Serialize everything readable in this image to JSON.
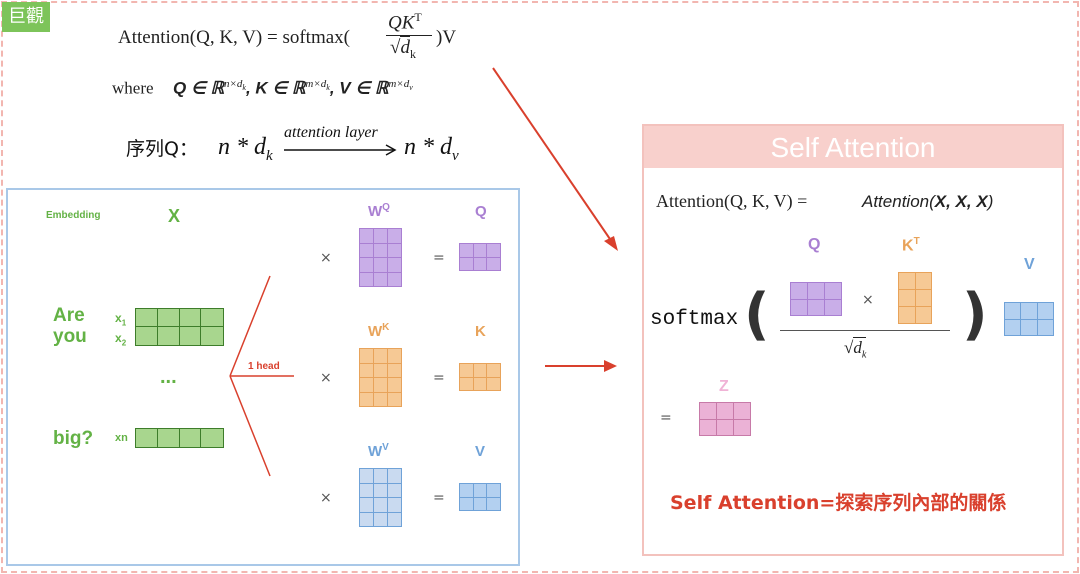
{
  "badge": "巨觀",
  "formula": {
    "attention_lhs": "Attention(Q, K, V) = softmax(",
    "numerator": "QK",
    "numerator_sup": "T",
    "sqrt_sym": "√",
    "denominator": "d",
    "denominator_sub": "k",
    "rhs_tail": ")V",
    "where_word": "where",
    "where_rest": "Q ∈ ℝ",
    "q_dims": "n×d",
    "q_dims_sub": "k",
    "k_text": ", K ∈ ℝ",
    "k_dims": "m×d",
    "k_dims_sub": "k",
    "v_text": ", V ∈ ℝ",
    "v_dims": "m×d",
    "v_dims_sub": "v",
    "seq_label": "序列Q：",
    "seq_lhs": "n * d",
    "seq_lhs_sub": "k",
    "seq_arrow_label": "attention layer",
    "seq_rhs": "n * d",
    "seq_rhs_sub": "v"
  },
  "left_panel": {
    "embedding_label": "Embedding",
    "x_label": "X",
    "word_are": "Are",
    "word_you": "you",
    "word_big": "big?",
    "ellipsis": "...",
    "x1": "x",
    "x1_sub": "1",
    "x2": "x",
    "x2_sub": "2",
    "xn": "xn",
    "head_label": "1 head",
    "times": "×",
    "equals": "=",
    "wq": "W",
    "wq_sup": "Q",
    "wk": "W",
    "wk_sup": "K",
    "wv": "W",
    "wv_sup": "V",
    "q": "Q",
    "k": "K",
    "v": "V"
  },
  "right_panel": {
    "title": "Self Attention",
    "attn_lhs": "Attention(Q, K, V) =",
    "attn_rhs_prefix": "Attention(",
    "attn_rhs_args": "X, X, X",
    "attn_rhs_suffix": ")",
    "softmax": "softmax",
    "open_paren": "(",
    "close_paren": ")",
    "q": "Q",
    "k": "K",
    "k_sup": "T",
    "v": "V",
    "times": "×",
    "sqrt_sym": "√",
    "dk": "d",
    "dk_sub": "k",
    "equals": "=",
    "z": "Z",
    "footer": "Self Attention=探索序列內部的關係"
  },
  "colors": {
    "green": "#63b245",
    "green_fill": "#a8d68e",
    "purple": "#a97fd2",
    "purple_fill": "#c9aee8",
    "orange": "#e8a35a",
    "orange_fill": "#f6c995",
    "blue": "#6fa2d8",
    "blue_fill": "#b3d0f0",
    "pink": "#f0b3d6",
    "pink_fill": "#ebb2d6",
    "red": "#d9402d"
  }
}
